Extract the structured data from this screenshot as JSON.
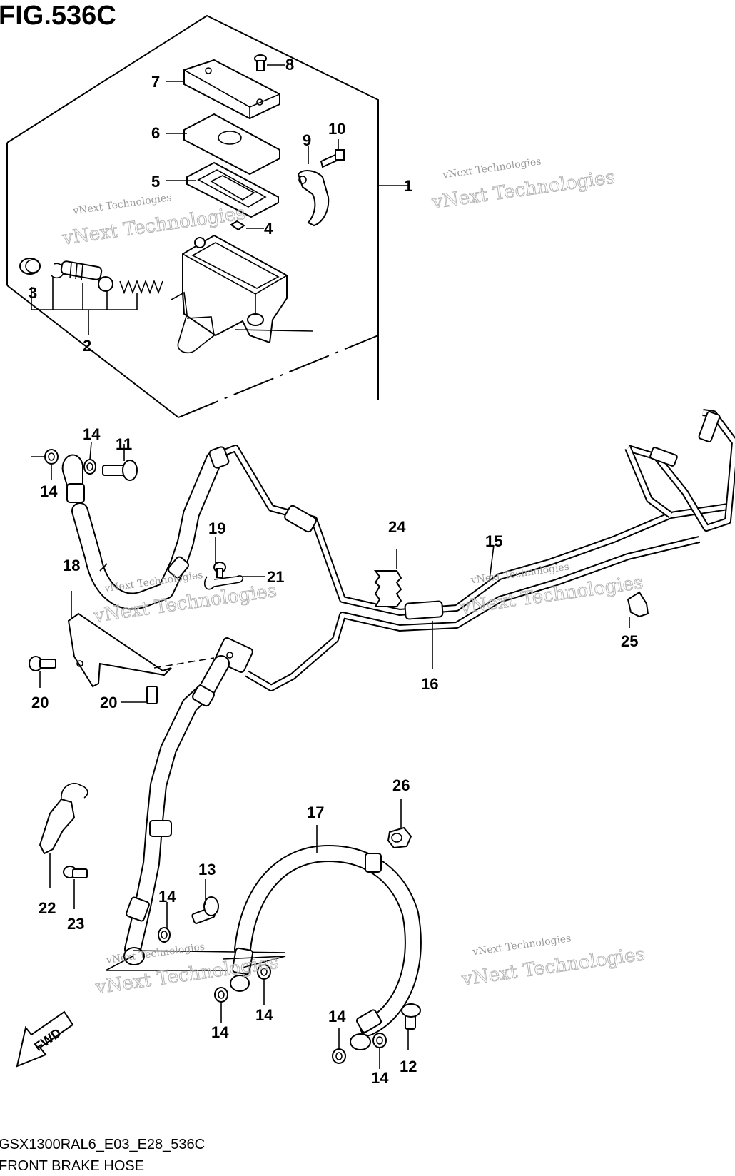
{
  "figure": {
    "title": "FIG.536C",
    "model_code": "GSX1300RAL6_E03_E28_536C",
    "caption": "FRONT BRAKE HOSE",
    "direction_label": "FWD"
  },
  "watermark": {
    "line1": "vNext Technologies",
    "line2": "vNext Technologies"
  },
  "callouts": [
    "1",
    "2",
    "3",
    "4",
    "5",
    "6",
    "7",
    "8",
    "9",
    "10",
    "11",
    "12",
    "13",
    "14",
    "15",
    "16",
    "17",
    "18",
    "19",
    "20",
    "21",
    "22",
    "23",
    "24",
    "25",
    "26"
  ]
}
